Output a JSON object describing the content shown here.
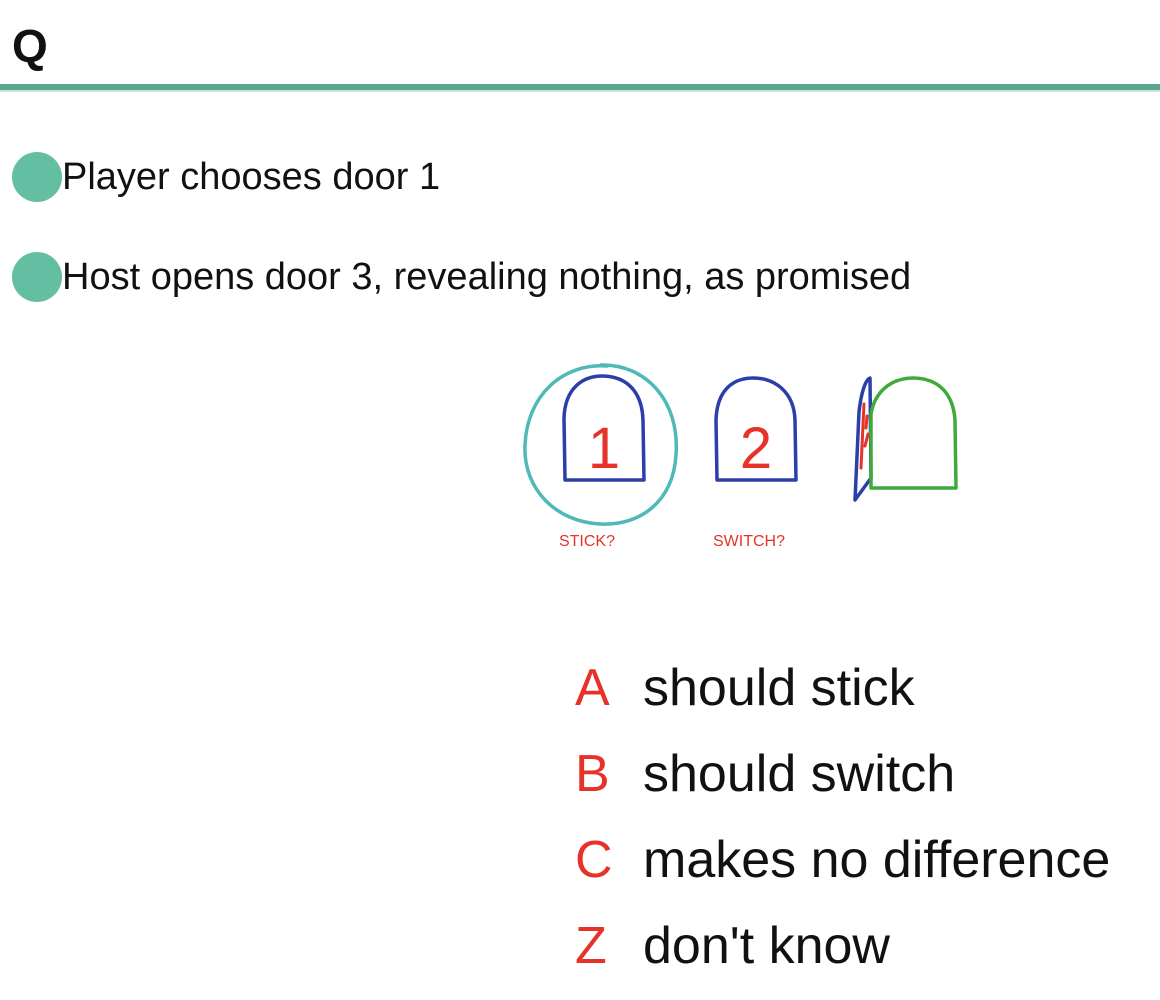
{
  "slide": {
    "title": "Q"
  },
  "bullets": [
    {
      "text": "Player chooses door 1"
    },
    {
      "text": "Host opens door 3, revealing nothing, as promised"
    }
  ],
  "sketch": {
    "doors": [
      {
        "label": "1",
        "caption": "STICK?"
      },
      {
        "label": "2",
        "caption": "SWITCH?"
      },
      {
        "label": ""
      }
    ],
    "colors": {
      "door_outline": "#2a3fa8",
      "number": "#e63228",
      "selection_circle": "#4fb8b8",
      "open_doorway": "#3daa3a"
    }
  },
  "answers": [
    {
      "letter": "A",
      "text": "should stick"
    },
    {
      "letter": "B",
      "text": "should switch"
    },
    {
      "letter": "C",
      "text": "makes no difference"
    },
    {
      "letter": "Z",
      "text": "don't know"
    }
  ],
  "colors": {
    "accent": "#64bfa2",
    "rule": "#5aa68b",
    "answer_letter": "#e63228"
  }
}
